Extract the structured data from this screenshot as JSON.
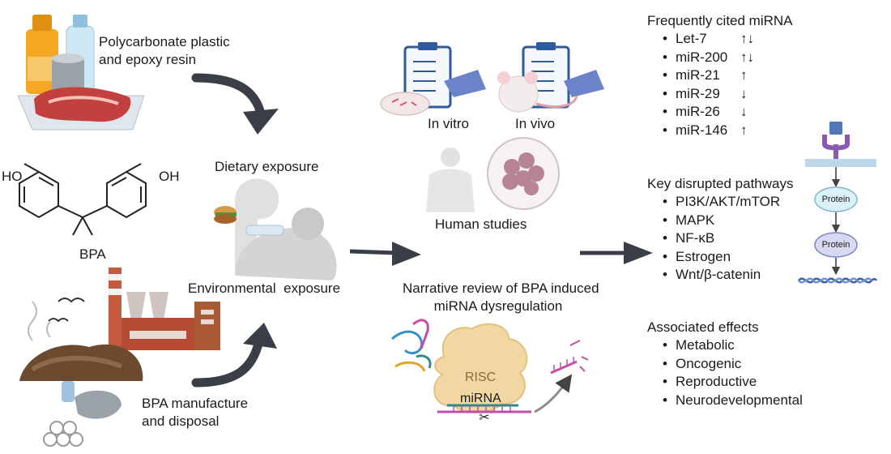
{
  "sources": {
    "plastic_label_line1": "Polycarbonate plastic",
    "plastic_label_line2": "and epoxy resin",
    "bpa_label": "BPA",
    "ho_left": "HO",
    "oh_right": "OH",
    "manufacture_label_line1": "BPA manufacture",
    "manufacture_label_line2": "and disposal"
  },
  "exposure": {
    "dietary": "Dietary exposure",
    "environmental": "Environmental  exposure"
  },
  "studies": {
    "in_vitro": "In vitro",
    "in_vivo": "In vivo",
    "human": "Human studies",
    "review_line1": "Narrative review of BPA induced",
    "review_line2": "miRNA dysregulation",
    "risc": "RISC",
    "mirna": "miRNA"
  },
  "mirna_list": {
    "title": "Frequently cited miRNA",
    "items": [
      {
        "name": "Let-7",
        "trend": "↑↓"
      },
      {
        "name": "miR-200",
        "trend": "↑↓"
      },
      {
        "name": "miR-21",
        "trend": "↑"
      },
      {
        "name": "miR-29",
        "trend": "↓"
      },
      {
        "name": "miR-26",
        "trend": "↓"
      },
      {
        "name": "miR-146",
        "trend": "↑"
      }
    ]
  },
  "pathways": {
    "title": "Key disrupted pathways",
    "items": [
      "PI3K/AKT/mTOR",
      "MAPK",
      "NF-κB",
      "Estrogen",
      "Wnt/β-catenin"
    ],
    "protein_label_1": "Protein",
    "protein_label_2": "Protein"
  },
  "effects": {
    "title": "Associated effects",
    "items": [
      "Metabolic",
      "Oncogenic",
      "Reproductive",
      "Neurodevelopmental"
    ]
  },
  "colors": {
    "arrow": "#3a3f47",
    "receptor": "#8a5ab0",
    "ligand": "#4f78b5",
    "membrane": "#bfd7ea",
    "protein1": "#dcf0f7",
    "protein2": "#d6d9f0",
    "dna": "#3b5bb5",
    "risc": "#f1d7a2",
    "mirna_pink": "#c24fa6"
  }
}
